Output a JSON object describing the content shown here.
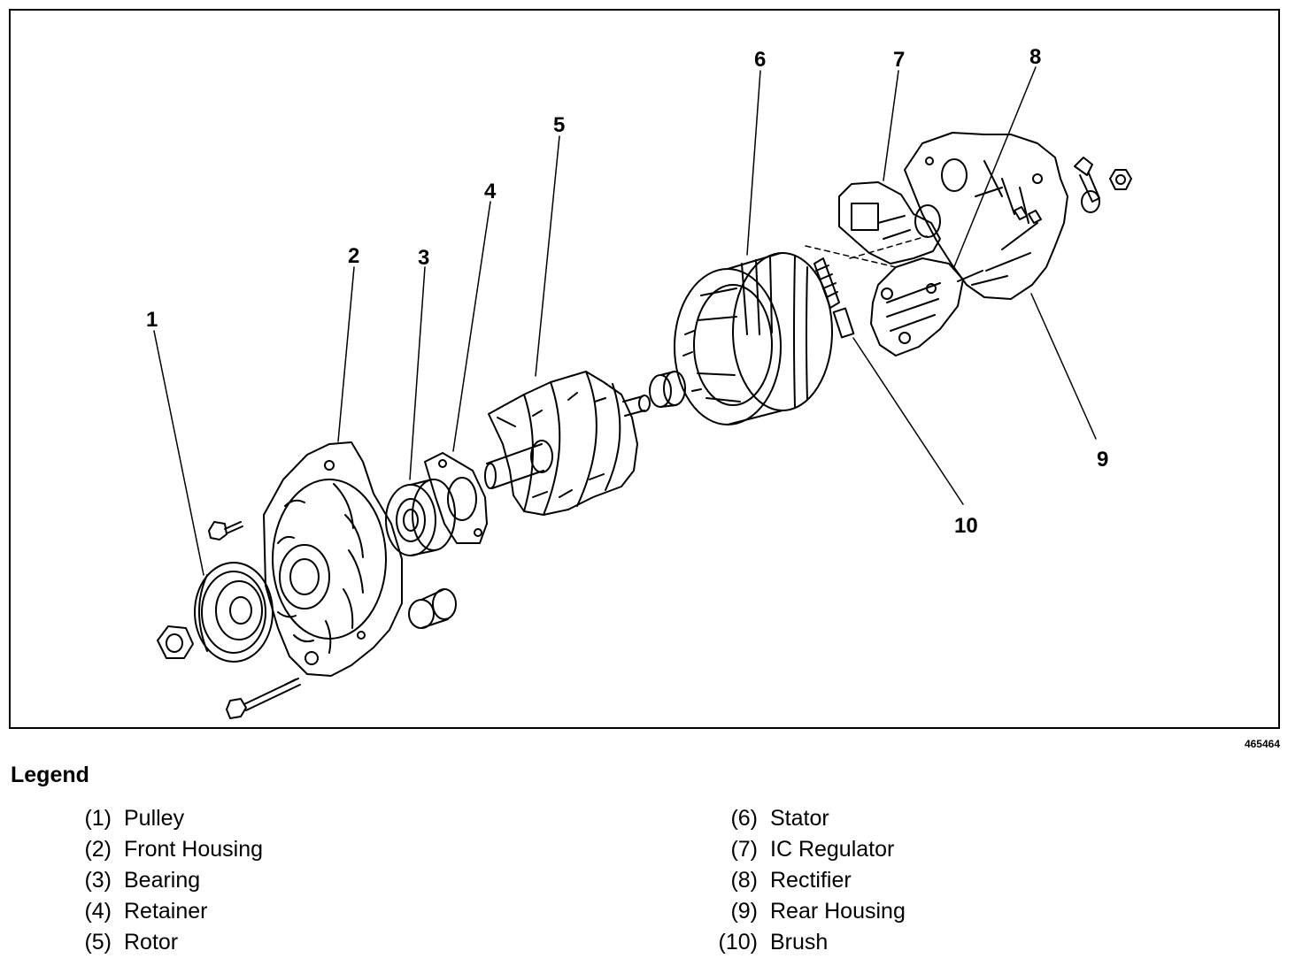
{
  "figure": {
    "id": "465464",
    "callouts": [
      "1",
      "2",
      "3",
      "4",
      "5",
      "6",
      "7",
      "8",
      "9",
      "10"
    ]
  },
  "legend": {
    "title": "Legend",
    "items": [
      {
        "num": "(1)",
        "label": "Pulley"
      },
      {
        "num": "(2)",
        "label": "Front Housing"
      },
      {
        "num": "(3)",
        "label": "Bearing"
      },
      {
        "num": "(4)",
        "label": "Retainer"
      },
      {
        "num": "(5)",
        "label": "Rotor"
      },
      {
        "num": "(6)",
        "label": "Stator"
      },
      {
        "num": "(7)",
        "label": "IC Regulator"
      },
      {
        "num": "(8)",
        "label": "Rectifier"
      },
      {
        "num": "(9)",
        "label": "Rear Housing"
      },
      {
        "num": "(10)",
        "label": "Brush"
      }
    ]
  },
  "colors": {
    "line": "#000000",
    "background": "#ffffff"
  }
}
